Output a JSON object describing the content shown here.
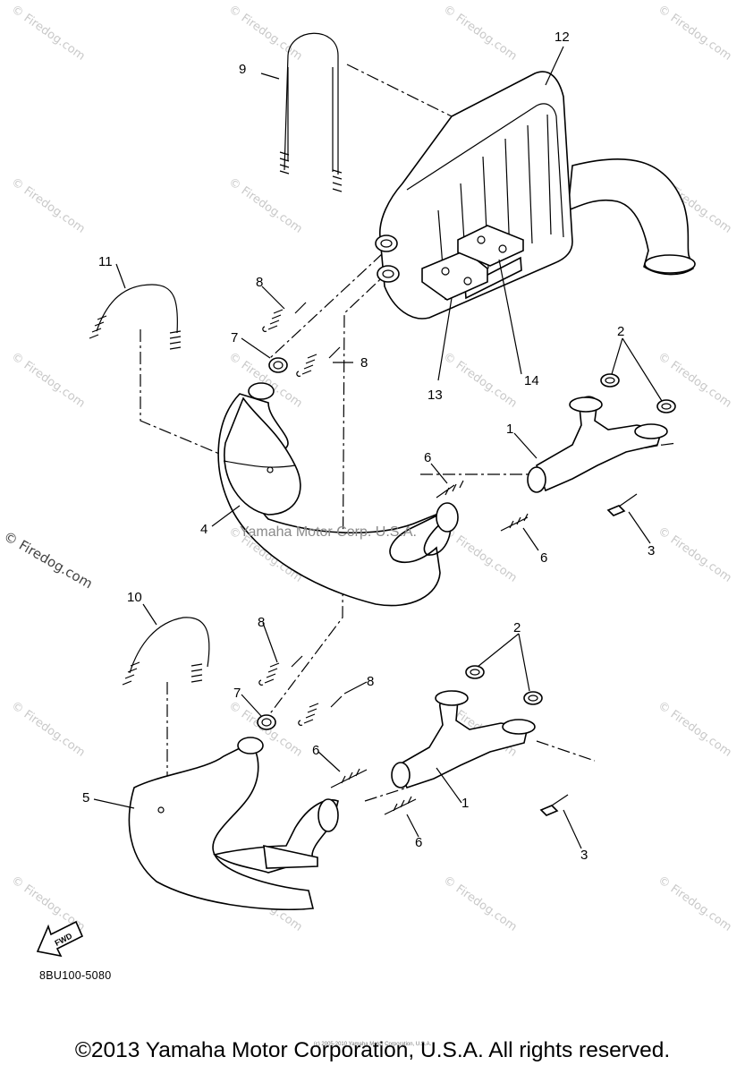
{
  "diagram": {
    "code": "8BU100-5080",
    "copyright": "©2013 Yamaha Motor Corporation, U.S.A. All rights reserved.",
    "fine_print": "(c) 2005-2010 Yamaha Motor Corporation, U.S.A.",
    "watermark": "© Firedog.com",
    "side_watermark": "© Firedog.com",
    "center_watermark": "Yamaha Motor Corp. U.S.A.",
    "fwd_label": "FWD",
    "callouts": [
      "1",
      "1",
      "2",
      "2",
      "3",
      "3",
      "4",
      "5",
      "6",
      "6",
      "6",
      "6",
      "7",
      "7",
      "8",
      "8",
      "8",
      "8",
      "9",
      "10",
      "11",
      "12",
      "13",
      "14"
    ]
  }
}
